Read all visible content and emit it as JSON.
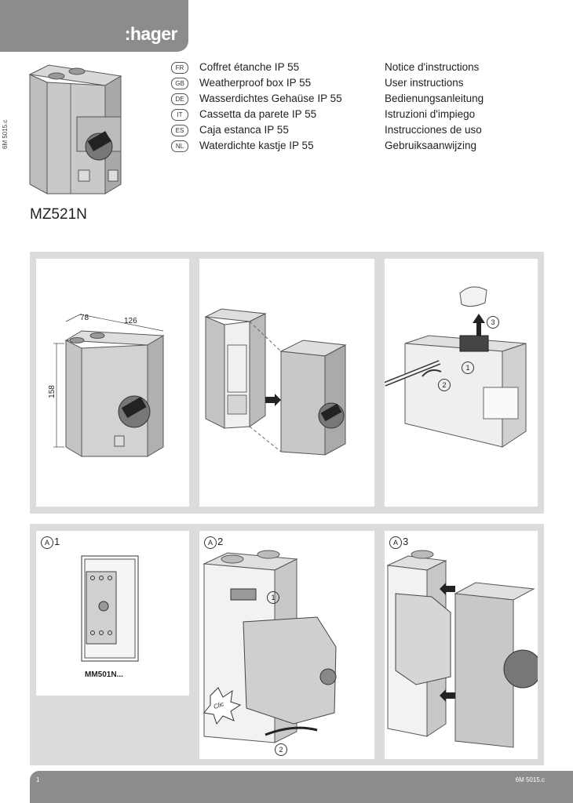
{
  "brand": {
    "logo": ":hager"
  },
  "doc_code": "6M 5015.c",
  "product_model": "MZ521N",
  "languages": [
    {
      "code": "FR",
      "title": "Coffret étanche IP 55",
      "instructions": "Notice d'instructions"
    },
    {
      "code": "GB",
      "title": "Weatherproof box IP 55",
      "instructions": "User instructions"
    },
    {
      "code": "DE",
      "title": "Wasserdichtes Gehaüse IP 55",
      "instructions": "Bedienungsanleitung"
    },
    {
      "code": "IT",
      "title": "Cassetta da parete IP 55",
      "instructions": "Istruzioni d'impiego"
    },
    {
      "code": "ES",
      "title": "Caja estanca IP 55",
      "instructions": "Instrucciones de uso"
    },
    {
      "code": "NL",
      "title": "Waterdichte kastje IP 55",
      "instructions": "Gebruiksaanwijzing"
    }
  ],
  "dimensions": {
    "depth": "78",
    "width": "126",
    "height": "158"
  },
  "step_numbers": [
    "1",
    "2",
    "3"
  ],
  "steps": {
    "a1": {
      "letter": "A",
      "num": "1"
    },
    "a2": {
      "letter": "A",
      "num": "2"
    },
    "a3": {
      "letter": "A",
      "num": "3"
    }
  },
  "mm_label": "MM501N...",
  "clic_label": "Clic",
  "footer": {
    "page_number": "1",
    "doc_code": "6M 5015.c"
  }
}
